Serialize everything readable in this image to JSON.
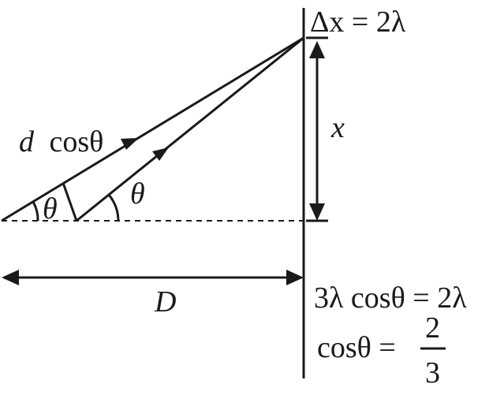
{
  "labels": {
    "delta_x": "Δx = 2λ",
    "x": "x",
    "d": "d",
    "cos_theta": "cosθ",
    "theta_left": "θ",
    "theta_right": "θ",
    "D": "D"
  },
  "equations": {
    "line1": "3λ cosθ = 2λ",
    "line2_lhs": "cosθ =",
    "fraction_num": "2",
    "fraction_den": "3"
  }
}
